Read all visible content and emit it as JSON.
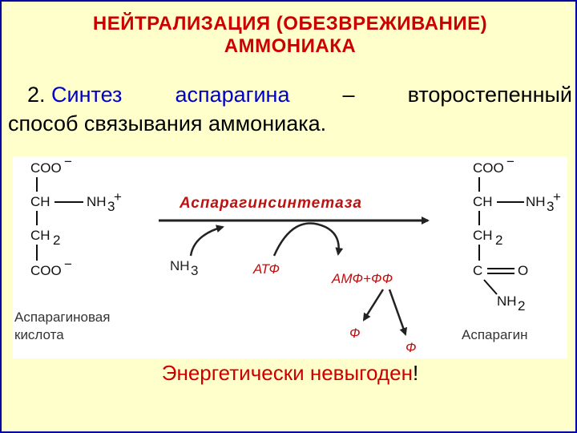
{
  "title": {
    "line1": "НЕЙТРАЛИЗАЦИЯ  (ОБЕЗВРЕЖИВАНИЕ)",
    "line2": "АММОНИАКА"
  },
  "intro": {
    "num": "2.",
    "word1": "Синтез",
    "word2": "аспарагина",
    "dash": "–",
    "word3": "второстепенный",
    "line2": "способ  связывания  аммониака."
  },
  "diagram": {
    "left": {
      "coo_top": "COO",
      "ch": "CH",
      "nh3": "NH",
      "ch2": "CH",
      "coo_bottom": "COO",
      "name_line1": "Аспарагиновая",
      "name_line2": "кислота"
    },
    "enzyme": "Аспарагинсинтетаза",
    "nh3_in": "NH",
    "atp": "АТФ",
    "amp_pp": "АМФ+ФФ",
    "p1": "Ф",
    "p2": "Ф",
    "right": {
      "coo_top": "COO",
      "ch": "CH",
      "nh3": "NH",
      "ch2": "CH",
      "c": "C",
      "o": "O",
      "nh2": "NH",
      "name": "Аспарагин"
    }
  },
  "footer": {
    "text": "Энергетически   невыгоден",
    "bang": "!"
  }
}
